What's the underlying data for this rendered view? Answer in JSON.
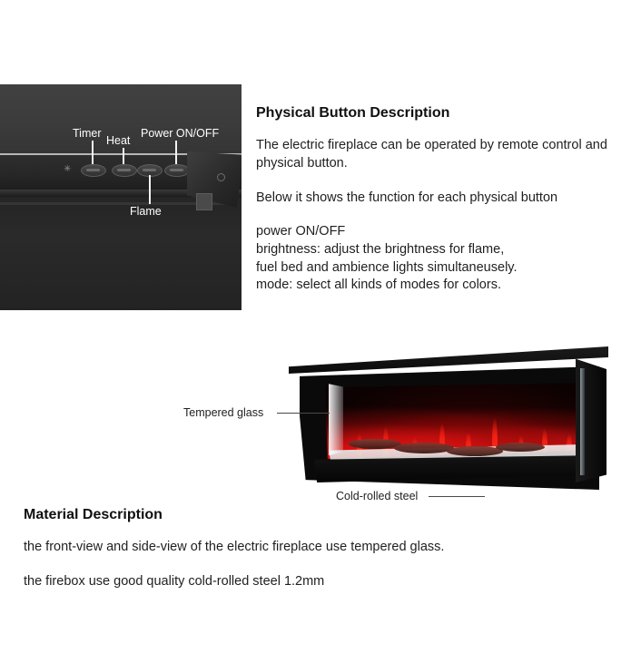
{
  "control_panel": {
    "labels": [
      {
        "name": "timer",
        "text": "Timer"
      },
      {
        "name": "heat",
        "text": "Heat"
      },
      {
        "name": "power",
        "text": "Power ON/OFF"
      },
      {
        "name": "flame",
        "text": "Flame"
      }
    ],
    "snowflake_glyph": "✳"
  },
  "button_description": {
    "heading": "Physical Button Description",
    "paragraph_1": "The electric fireplace can be operated by remote control and physical button.",
    "paragraph_2": "Below it shows the function for each physical button",
    "function_lines": [
      "power ON/OFF",
      "brightness: adjust the brightness for flame,",
      "fuel bed and ambience lights simultaneusely.",
      "mode: select all kinds of modes for colors."
    ]
  },
  "product_photo": {
    "annotations": [
      {
        "name": "tempered-glass",
        "text": "Tempered glass"
      },
      {
        "name": "cold-rolled-steel",
        "text": "Cold-rolled steel"
      }
    ]
  },
  "material_description": {
    "heading": "Material Description",
    "line_1": "the front-view and side-view of the electric fireplace use tempered glass.",
    "line_2": "the firebox use good quality cold-rolled steel 1.2mm"
  },
  "colors": {
    "flame_red": "#e81010",
    "body_black": "#0a0a0a",
    "panel_gray": "#3b3b3b",
    "text_dark": "#1f1f1f",
    "label_white": "#ffffff"
  }
}
